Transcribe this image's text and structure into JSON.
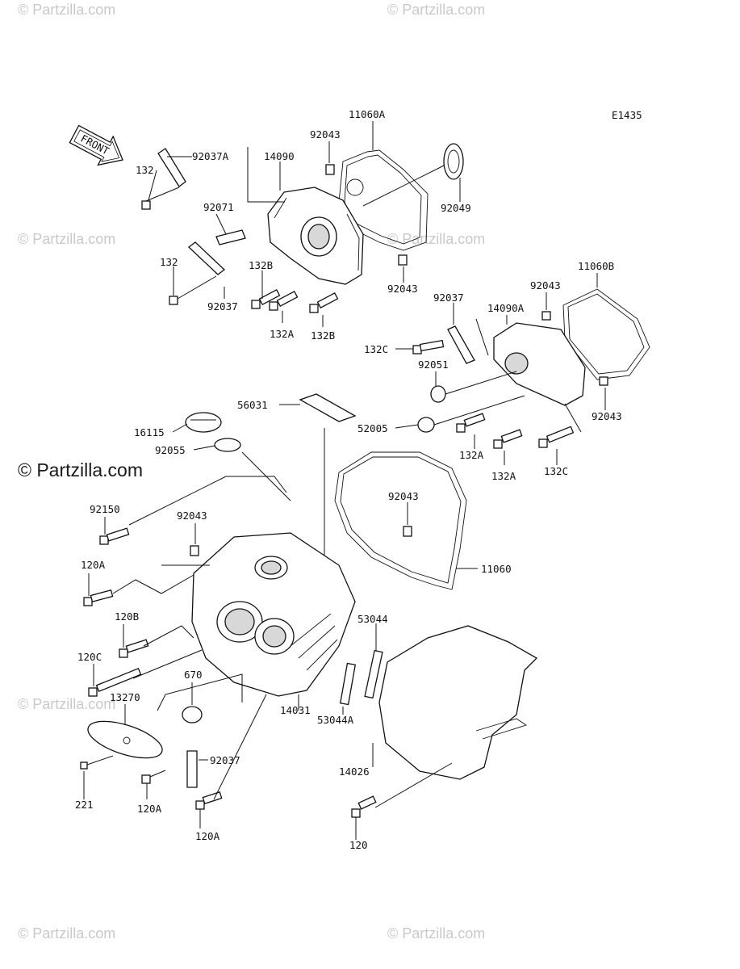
{
  "diagram": {
    "code": "E1435",
    "front_label": "FRONT",
    "watermark": "© Partzilla.com",
    "watermark_main": "© Partzilla.com"
  },
  "labels": {
    "l_11060A": "11060A",
    "l_92043_a": "92043",
    "l_14090": "14090",
    "l_92037A": "92037A",
    "l_132_a": "132",
    "l_92071": "92071",
    "l_92049": "92049",
    "l_132_b": "132",
    "l_132B_a": "132B",
    "l_92037_a": "92037",
    "l_132A_a": "132A",
    "l_132B_b": "132B",
    "l_92043_b": "92043",
    "l_11060B": "11060B",
    "l_92043_c": "92043",
    "l_92037_b": "92037",
    "l_14090A": "14090A",
    "l_132C_a": "132C",
    "l_92051": "92051",
    "l_56031": "56031",
    "l_52005": "52005",
    "l_92043_d": "92043",
    "l_132A_b": "132A",
    "l_132A_c": "132A",
    "l_132C_b": "132C",
    "l_16115": "16115",
    "l_92055": "92055",
    "l_92150": "92150",
    "l_92043_e": "92043",
    "l_92043_f": "92043",
    "l_120A_a": "120A",
    "l_11060": "11060",
    "l_120B": "120B",
    "l_53044": "53044",
    "l_120C": "120C",
    "l_670": "670",
    "l_13270": "13270",
    "l_14031": "14031",
    "l_53044A": "53044A",
    "l_92037_c": "92037",
    "l_14026": "14026",
    "l_221": "221",
    "l_120A_b": "120A",
    "l_120A_c": "120A",
    "l_120": "120"
  }
}
